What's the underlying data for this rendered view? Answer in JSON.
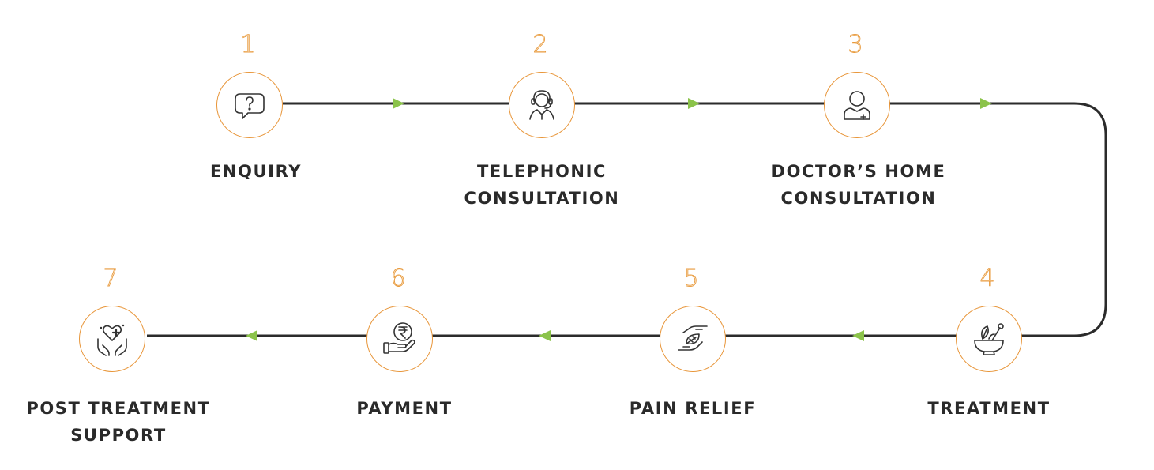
{
  "colors": {
    "line": "#2b2b2b",
    "arrow": "#8bc34a",
    "circle_border": "#e8963a",
    "number": "#e89a3c",
    "label": "#2a2a2a"
  },
  "steps": [
    {
      "number": "1",
      "label_line1": "ENQUIRY",
      "label_line2": "",
      "icon": "question-bubble-icon"
    },
    {
      "number": "2",
      "label_line1": "TELEPHONIC",
      "label_line2": "CONSULTATION",
      "icon": "headset-agent-icon"
    },
    {
      "number": "3",
      "label_line1": "DOCTOR’S HOME",
      "label_line2": "CONSULTATION",
      "icon": "doctor-icon"
    },
    {
      "number": "4",
      "label_line1": "TREATMENT",
      "label_line2": "",
      "icon": "mortar-pestle-herb-icon"
    },
    {
      "number": "5",
      "label_line1": "PAIN RELIEF",
      "label_line2": "",
      "icon": "hands-leaf-icon"
    },
    {
      "number": "6",
      "label_line1": "PAYMENT",
      "label_line2": "",
      "icon": "rupee-hand-icon"
    },
    {
      "number": "7",
      "label_line1": "POST TREATMENT",
      "label_line2": "SUPPORT",
      "icon": "hands-heart-icon"
    }
  ]
}
